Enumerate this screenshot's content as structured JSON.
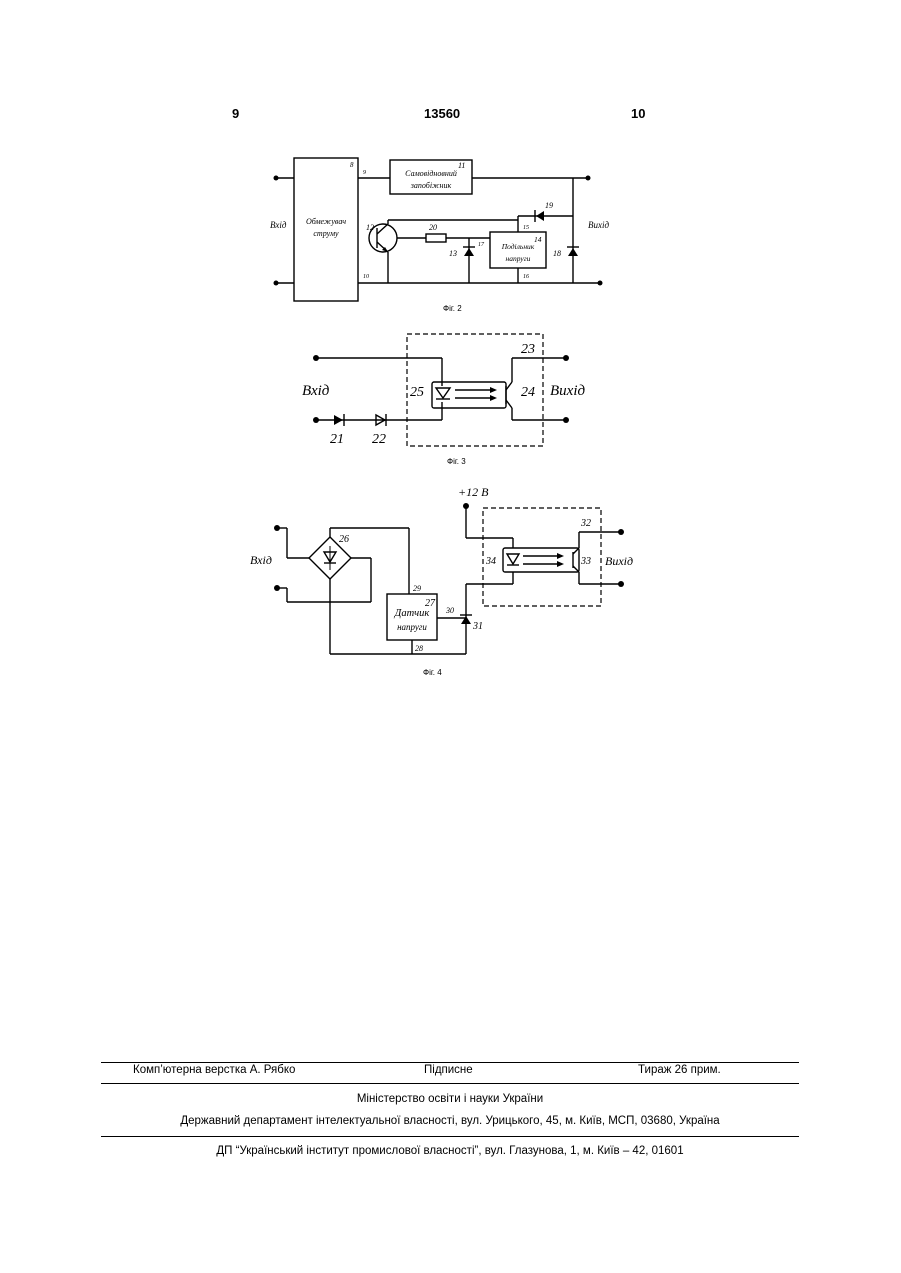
{
  "header": {
    "left": "9",
    "center": "13560",
    "right": "10"
  },
  "fig2": {
    "caption": "Фіг. 2",
    "input_label": "Вхід",
    "output_label": "Вихід",
    "limiter_line1": "Обмежувач",
    "limiter_line2": "струму",
    "fuse_line1": "Самовідновний",
    "fuse_line2": "запобіжник",
    "divider_line1": "Подільник",
    "divider_line2": "напруги",
    "n8": "8",
    "n9": "9",
    "n10": "10",
    "n11": "11",
    "n12": "12",
    "n13": "13",
    "n14": "14",
    "n15": "15",
    "n16": "16",
    "n17": "17",
    "n18": "18",
    "n19": "19",
    "n20": "20"
  },
  "fig3": {
    "caption": "Фіг. 3",
    "input_label": "Вхід",
    "output_label": "Вихід",
    "n21": "21",
    "n22": "22",
    "n23": "23",
    "n24": "24",
    "n25": "25"
  },
  "fig4": {
    "caption": "Фіг. 4",
    "supply_label": "+12 В",
    "input_label": "Вхід",
    "output_label": "Вихід",
    "sensor_line1": "Датчик",
    "sensor_line2": "напруги",
    "n26": "26",
    "n27": "27",
    "n28": "28",
    "n29": "29",
    "n30": "30",
    "n31": "31",
    "n32": "32",
    "n33": "33",
    "n34": "34"
  },
  "footer": {
    "layout": "Комп’ютерна верстка А. Рябко",
    "signed": "Підписне",
    "run": "Тираж 26 прим.",
    "ministry": "Міністерство освіти і науки України",
    "department": "Державний департамент інтелектуальної власності, вул. Урицького, 45, м. Київ, МСП, 03680, Україна",
    "institute": "ДП “Український інститут промислової власності”, вул. Глазунова, 1, м. Київ – 42, 01601"
  }
}
